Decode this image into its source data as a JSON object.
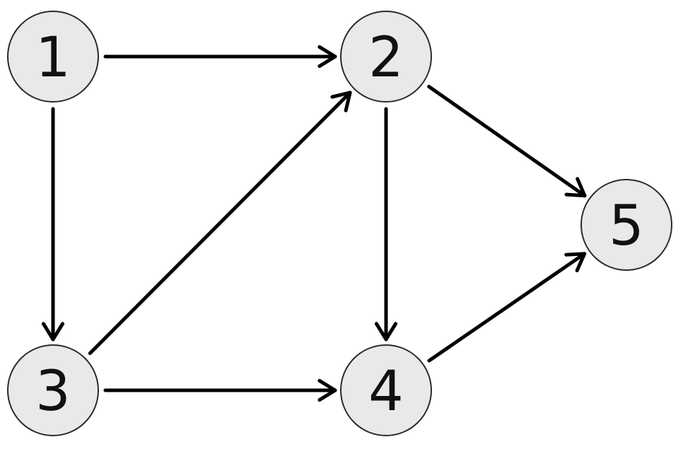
{
  "graph": {
    "nodes": [
      {
        "id": "1",
        "label": "1"
      },
      {
        "id": "2",
        "label": "2"
      },
      {
        "id": "3",
        "label": "3"
      },
      {
        "id": "4",
        "label": "4"
      },
      {
        "id": "5",
        "label": "5"
      }
    ],
    "edges": [
      {
        "from": "1",
        "to": "2"
      },
      {
        "from": "1",
        "to": "3"
      },
      {
        "from": "3",
        "to": "2"
      },
      {
        "from": "2",
        "to": "4"
      },
      {
        "from": "2",
        "to": "5"
      },
      {
        "from": "3",
        "to": "4"
      },
      {
        "from": "4",
        "to": "5"
      }
    ],
    "colors": {
      "node_fill": "#e9e9e9",
      "node_stroke": "#2a2a2a",
      "edge": "#000000",
      "label": "#111111"
    }
  }
}
